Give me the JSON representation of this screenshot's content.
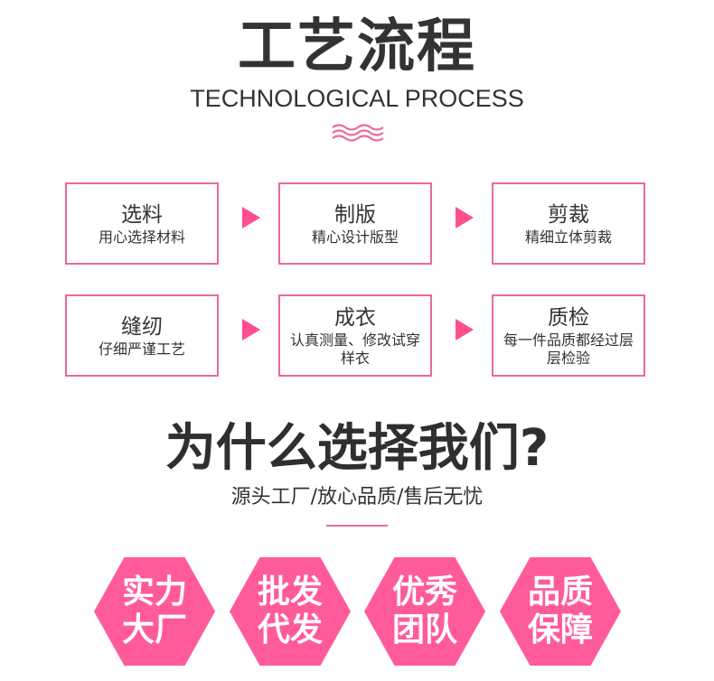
{
  "colors": {
    "accent": "#ec6a96",
    "arrow": "#ff4f8e",
    "hex_fill": "#ff5b9a"
  },
  "header": {
    "title": "工艺流程",
    "subtitle": "TECHNOLOGICAL PROCESS",
    "divider_icon": "wave-icon"
  },
  "steps": [
    {
      "title": "选料",
      "desc": "用心选择材料"
    },
    {
      "title": "制版",
      "desc": "精心设计版型"
    },
    {
      "title": "剪裁",
      "desc": "精细立体剪裁"
    },
    {
      "title": "缝纫",
      "desc": "仔细严谨工艺"
    },
    {
      "title": "成衣",
      "desc": "认真测量、修改试穿样衣"
    },
    {
      "title": "质检",
      "desc": "每一件品质都经过层层检验"
    }
  ],
  "why": {
    "title": "为什么选择我们?",
    "subtitle": "源头工厂/放心品质/售后无忧"
  },
  "features": [
    {
      "line1": "实力",
      "line2": "大厂"
    },
    {
      "line1": "批发",
      "line2": "代发"
    },
    {
      "line1": "优秀",
      "line2": "团队"
    },
    {
      "line1": "品质",
      "line2": "保障"
    }
  ]
}
